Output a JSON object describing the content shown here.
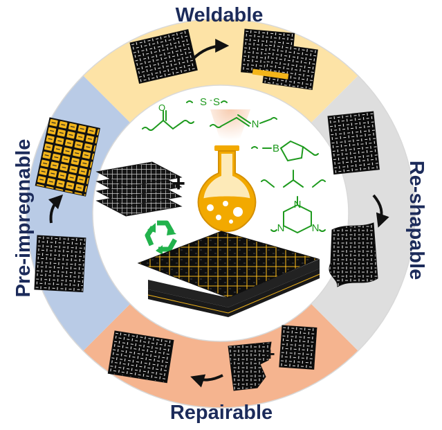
{
  "labels": {
    "top": "Weldable",
    "right": "Re-shapable",
    "bottom": "Repairable",
    "left": "Pre-impregnable"
  },
  "center": {
    "plus": "+",
    "chem_atoms": {
      "s1": "S",
      "s2": "S",
      "n_imine": "N",
      "b": "B",
      "triazine_n1": "N",
      "triazine_n2": "N",
      "triazine_n3": "N"
    }
  },
  "repair": {
    "plus": "+"
  },
  "colors": {
    "ring_top": "#fde3a6",
    "ring_right": "#dedede",
    "ring_bottom": "#f5b48f",
    "ring_left": "#b9cbe6",
    "label": "#1c2b5a",
    "chem": "#1e9a1e",
    "flask": "#f2a900",
    "recycle": "#22b24c",
    "prepreg_yellow": "#f3b51b"
  },
  "icons": [
    "recycle-icon",
    "flask-icon",
    "arrow-icon",
    "carbon-fabric-icon",
    "molecule-icon"
  ]
}
